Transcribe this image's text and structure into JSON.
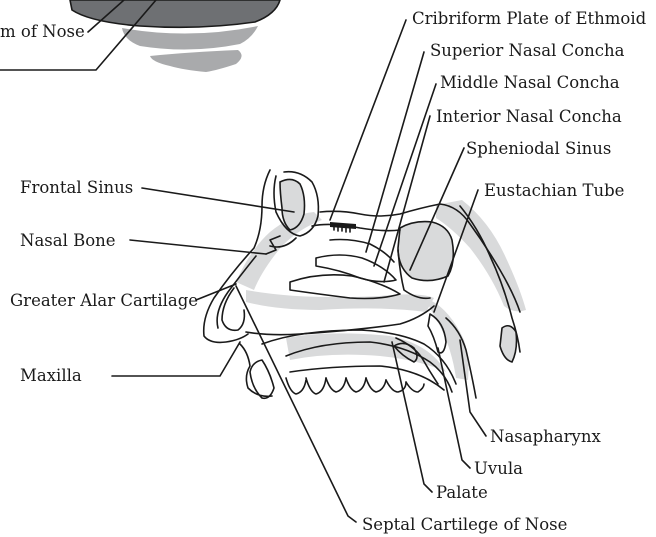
{
  "labels": {
    "cribriform_plate": "Cribriform Plate of Ethmoid",
    "superior_concha": "Superior Nasal Concha",
    "middle_concha": "Middle Nasal Concha",
    "interior_concha": "Interior Nasal Concha",
    "sphenoidal_sinus": "Spheniodal Sinus",
    "eustachian_tube": "Eustachian Tube",
    "frontal_sinus": "Frontal Sinus",
    "nasal_bone": "Nasal Bone",
    "greater_alar_cartilage": "Greater Alar Cartilage",
    "maxilla": "Maxilla",
    "nasopharynx": "Nasapharynx",
    "uvula": "Uvula",
    "palate": "Palate",
    "septal_cartilage": "Septal Cartilege of Nose",
    "top_left_fragment": "m of Nose"
  },
  "colors": {
    "ink": "#1a1a1a",
    "light_gray": "#d9dadb",
    "mid_gray": "#a9aaac",
    "dark_gray": "#6e7073"
  }
}
